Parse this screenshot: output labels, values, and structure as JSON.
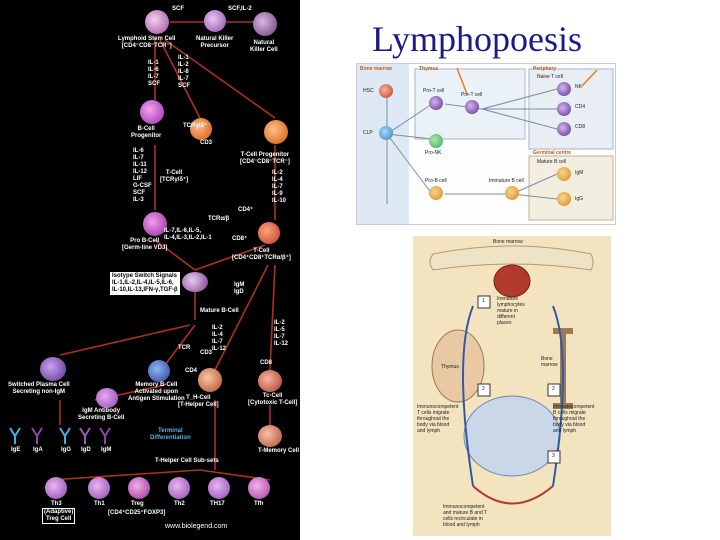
{
  "title": "Lymphopoesis",
  "left_panel": {
    "top_labels": {
      "scf": "SCF",
      "scf_il2": "SCF,IL-2",
      "lymphoid_stem": "Lymphoid Stem Cell\n[CD4⁻CD8⁻TCR⁻]",
      "nk_precursor": "Natural Killer\nPrecursor",
      "nk_cell": "Natural\nKiller Cell",
      "il_list_left": "IL-1\nIL-6\nIL-7\nSCF",
      "il_list_mid": "IL-1\nIL-2\nIL-8\nIL-7\nSCF",
      "b_progenitor": "B-Cell\nProgenitor",
      "tcr_gd": "TCRγ/δ⁺",
      "cd3": "CD3",
      "t_cell_gd": "T-Cell\n[TCRγ/δ⁺]",
      "t_progenitor": "T-Cell Progenitor\n[CD4⁻CD8⁻TCR⁻]",
      "b_cytokines": "IL-6\nIL-7\nIL-11\nIL-12\nLIF\nG-CSF\nSCF\nIL-3",
      "t_cytokines": "IL-2\nIL-4\nIL-7\nIL-9\nIL-10",
      "tcr_ab": "TCRα/β",
      "cd4p": "CD4⁺",
      "il7_etc": "IL-7,IL-6,IL-5,\nIL-4,IL-3,IL-2,IL-1",
      "pro_b": "Pro B-Cell\n[Germ-line VDJ]",
      "cd8p": "CD8⁺",
      "t_cell_double": "T-Cell\n[CD4⁺CD8⁺TCRα/β⁺]",
      "isotype": "Isotype Switch Signals\nIL-1,IL-2,IL-4,IL-5,IL-6,\nIL-10,IL-13,IFN-γ,TGF-β",
      "igm_igd": "IgM\nIgD",
      "mature_b": "Mature B-Cell",
      "il_il2_7_12": "IL-2\nIL-4\nIL-7\nIL-12",
      "il_right": "IL-2\nIL-5\nIL-7\nIL-12",
      "tcr_small": "TCR",
      "cd3_small": "CD3",
      "cd8_small": "CD8",
      "cd4_small": "CD4",
      "switched_plasma": "Switched Plasma Cell\nSecreting non-IgM",
      "memory_b": "Memory B-Cell\nActivated upon\nAntigen Stimulation",
      "igm_antibody": "IgM Antibody\nSecreting B-Cell",
      "th_cell": "T_H-Cell\n[T-Helper Cell]",
      "tc_cell": "Tc-Cell\n[Cytotoxic T-Cell]",
      "antibodies": [
        "IgE",
        "IgA",
        "IgG",
        "IgD",
        "IgM"
      ],
      "terminal": "Terminal\nDifferentiation",
      "t_memory": "T-Memory Cell",
      "th_subsets": "T-Helper Cell Sub-sets",
      "bottom_cells": [
        "Th3",
        "Th1",
        "Treg",
        "Th2",
        "TH17",
        "Tfh"
      ],
      "adaptive_treg": "(Adaptive)\nTreg Cell",
      "treg_phenotype": "[CD4⁺CD25⁺FOXP3]",
      "website": "www.biolegend.com"
    }
  },
  "top_right_panel": {
    "headers": [
      "Bone marrow",
      "Thymus",
      "Periphery",
      "Germinal centre"
    ],
    "labels": [
      "HSC",
      "CLP",
      "Pro-T cell",
      "Pre-T cell",
      "Pro-NK",
      "Pro-B cell",
      "Immature B cell",
      "Mature B cell",
      "Naive T cell",
      "CD4",
      "CD8",
      "NK",
      "IgM",
      "IgG"
    ]
  },
  "bottom_right_panel": {
    "header": "Bone marrow",
    "steps": [
      "1",
      "2",
      "3"
    ],
    "texts": {
      "s1": "Immature\nlymphocytes\nmature in\ndifferent\nplaces",
      "s2a": "Immunocompetent\nT cells migrate\nthroughout the\nbody via blood\nand lymph",
      "s2b": "Immunocompetent\nB cells migrate\nthroughout the\nbody via blood\nand lymph",
      "s3": "Immunocompetent\nand mature B and T\ncells recirculate in\nblood and lymph",
      "thymus": "Thymus",
      "bm": "Bone\nmarrow"
    }
  },
  "colors": {
    "title": "#1a1a8c",
    "left_bg": "#000000",
    "purple": "#9b59b6",
    "orange": "#e67e22",
    "blue": "#3498db",
    "red": "#c0392b"
  }
}
